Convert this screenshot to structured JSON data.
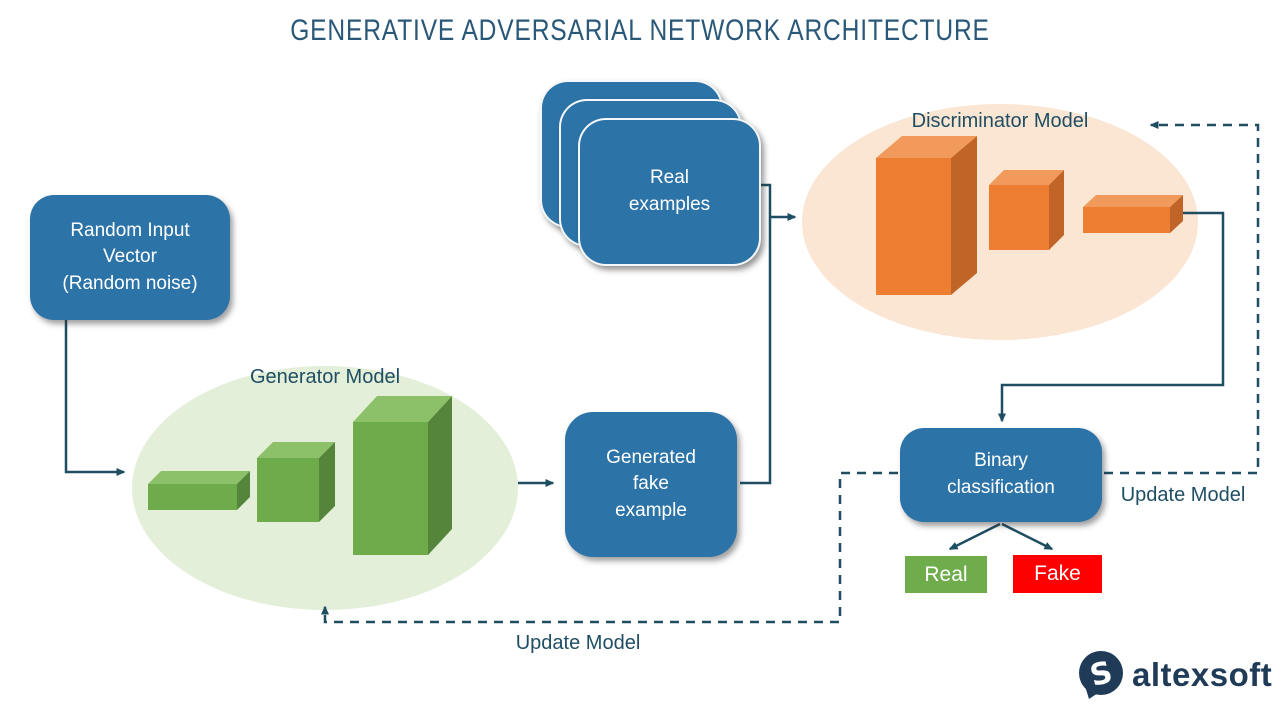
{
  "title": "GENERATIVE ADVERSARIAL NETWORK ARCHITECTURE",
  "nodes": {
    "random_input_vector": {
      "label": "Random Input\nVector\n(Random noise)"
    },
    "real_examples": {
      "label": "Real\nexamples"
    },
    "generator": {
      "label": "Generator Model"
    },
    "generated_fake_example": {
      "label": "Generated\nfake\nexample"
    },
    "discriminator": {
      "label": "Discriminator Model"
    },
    "binary_classification": {
      "label": "Binary\nclassification"
    },
    "real_output": {
      "label": "Real"
    },
    "fake_output": {
      "label": "Fake"
    }
  },
  "edges": {
    "update_model_generator": {
      "label": "Update Model"
    },
    "update_model_discriminator": {
      "label": "Update Model"
    }
  },
  "branding": {
    "logo_text": "altexsoft",
    "logo_mark": "s-speech-bubble-icon"
  },
  "colors": {
    "node_blue": "#2C73A8",
    "line_navy": "#1F4E63",
    "title_navy": "#2A5878",
    "generator_ellipse_fill": "#E3EFD8",
    "discriminator_ellipse_fill": "#FBE5D3",
    "bar_green_front": "#6EAC4B",
    "bar_green_top": "#8CC169",
    "bar_green_side": "#55853A",
    "bar_orange_front": "#ED7D31",
    "bar_orange_top": "#F29A5C",
    "bar_orange_side": "#C06527",
    "real_badge_green": "#6FAD4C",
    "fake_badge_red": "#FE0000",
    "logo_navy": "#1F3B57"
  }
}
